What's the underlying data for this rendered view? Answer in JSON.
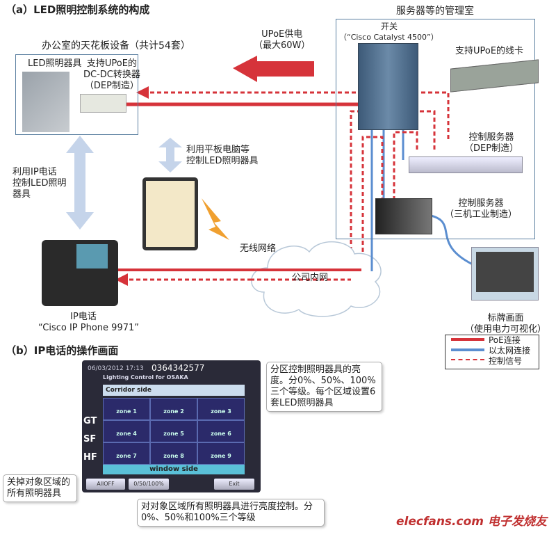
{
  "section_a": {
    "title": "（a）LED照明控制系统的构成",
    "server_room": {
      "title": "服务器等的管理室",
      "switch_label": "开关",
      "switch_model": "（“Cisco Catalyst 4500”）",
      "line_card": "支持UPoE的线卡",
      "dep_server": [
        "控制服务器",
        "（DEP制造）"
      ],
      "sanki_server": [
        "控制服务器",
        "（三机工业制造）"
      ]
    },
    "office": {
      "title": "办公室的天花板设备（共计54套）",
      "led_label": "LED照明器具",
      "converter": [
        "支持UPoE的",
        "DC-DC转换器",
        "（DEP制造）"
      ]
    },
    "upoe": [
      "UPoE供电",
      "（最大60W）"
    ],
    "ip_phone_control": [
      "利用IP电话",
      "控制LED照明",
      "器具"
    ],
    "tablet_control": [
      "利用平板电脑等",
      "控制LED照明器具"
    ],
    "wireless": "无线网络",
    "intranet": "公司内网",
    "phone": [
      "IP电话",
      "“Cisco IP Phone 9971”"
    ],
    "signage": [
      "标牌画面",
      "（使用电力可视化）"
    ],
    "legend": [
      {
        "label": "PoE连接",
        "color": "#d6333a"
      },
      {
        "label": "以太网连接",
        "color": "#5b8ed0"
      },
      {
        "label": "控制信号",
        "color": "#d6333a"
      }
    ]
  },
  "section_b": {
    "title": "（b）IP电话的操作画面",
    "screen": {
      "datetime": "06/03/2012 17:13",
      "number": "0364342577",
      "app_title": "Lighting Control for OSAKA",
      "top": "Corridor side",
      "bottom": "window side",
      "zones": [
        "zone 1",
        "zone 2",
        "zone 3",
        "zone 4",
        "zone 5",
        "zone 6",
        "zone 7",
        "zone 8",
        "zone 9"
      ],
      "side": [
        "GT",
        "SF",
        "HF"
      ],
      "btn_alloff": "AllOFF",
      "btn_level": "0/50/100%",
      "btn_exit": "Exit"
    },
    "callout_zone": "分区控制照明器具的亮度。分0%、50%、100%三个等级。每个区域设置6套LED照明器具",
    "callout_off": "关掉对象区域的所有照明器具",
    "callout_level": "对对象区域所有照明器具进行亮度控制。分0%、50%和100%三个等级"
  },
  "watermark": "elecfans.com 电子发烧友"
}
